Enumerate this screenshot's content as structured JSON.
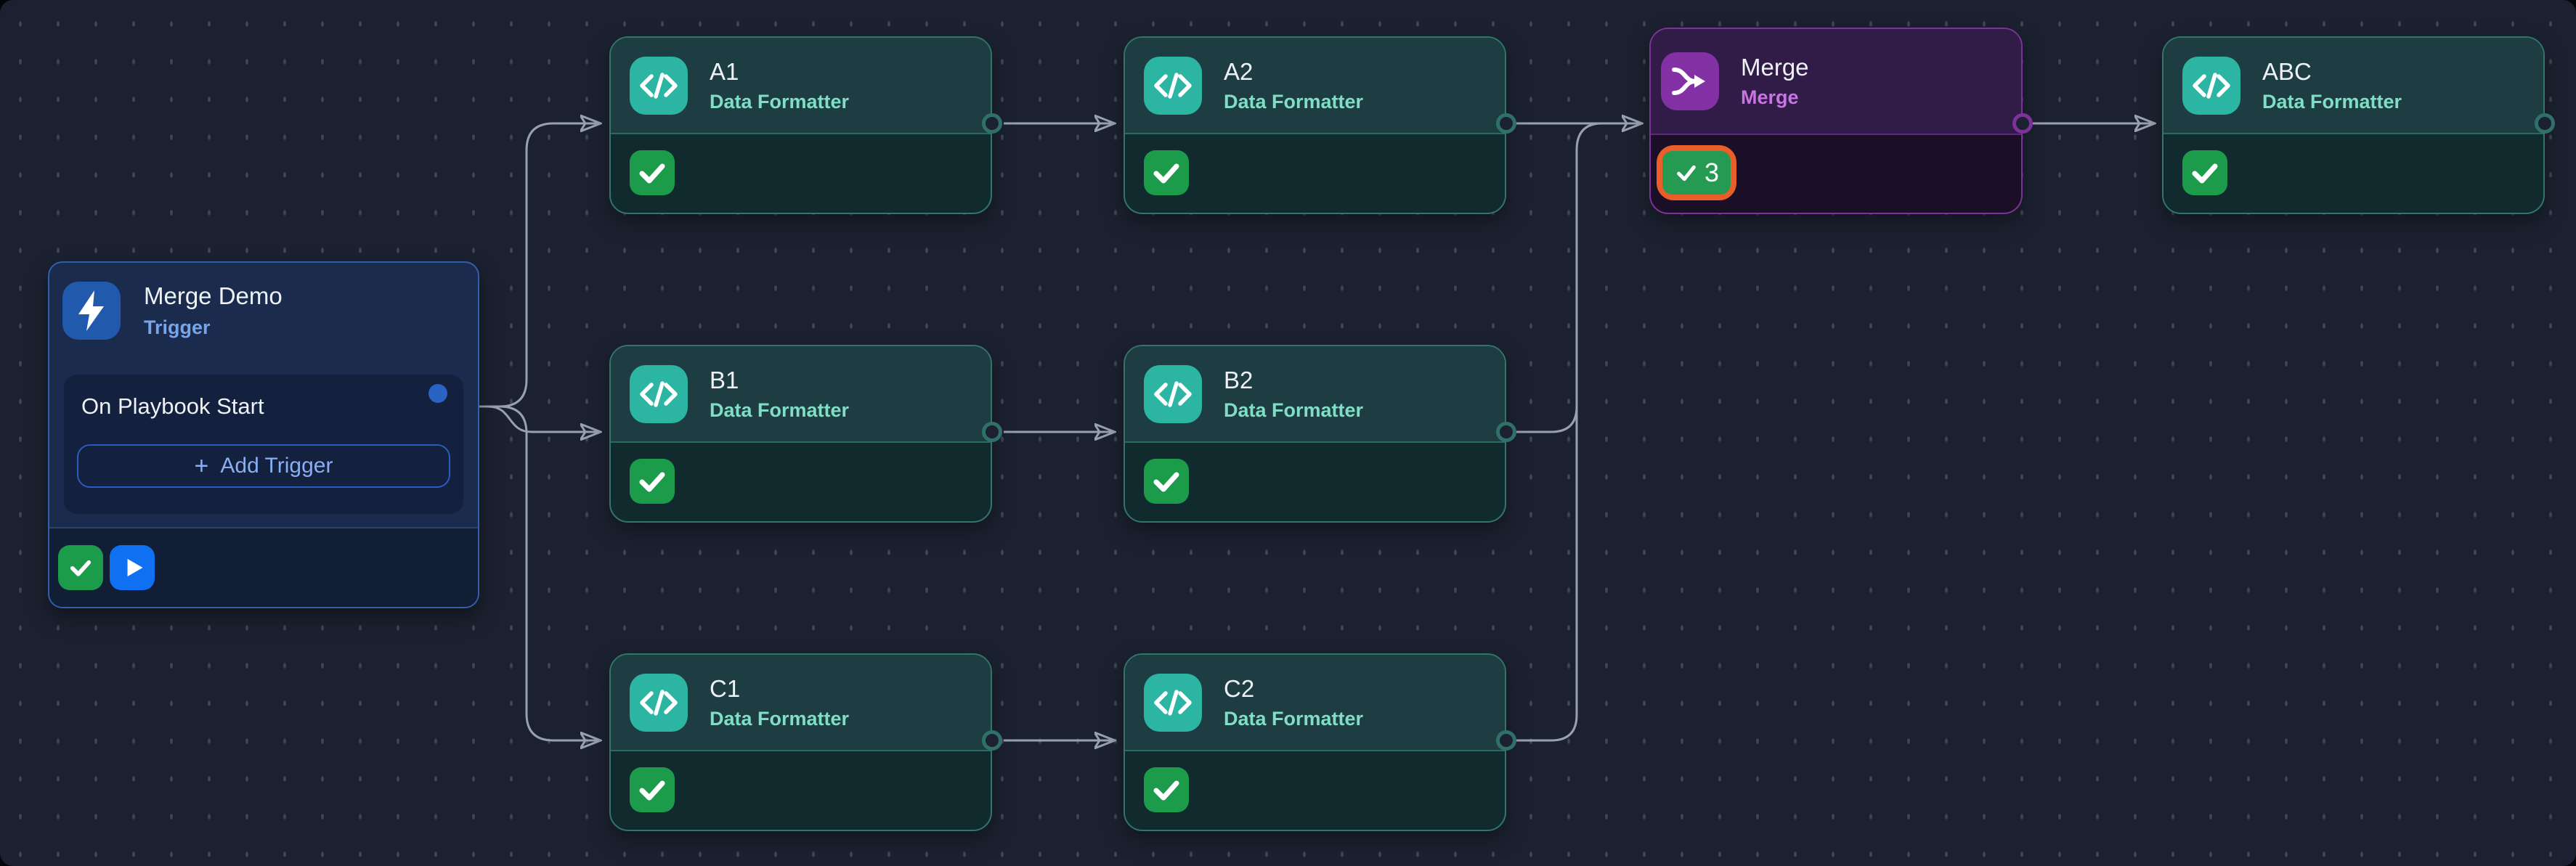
{
  "app": {
    "view": "playbook-canvas"
  },
  "colors": {
    "canvas_bg": "#1b2130",
    "edge": "#98a1b0",
    "teal_accent": "#2cb5a3",
    "purple_accent": "#8230a4",
    "success_green": "#1c9c4b",
    "selection_orange": "#ea5e2a",
    "trigger_blue": "#2159ad"
  },
  "trigger": {
    "title": "Merge Demo",
    "subtitle": "Trigger",
    "event_label": "On Playbook Start",
    "plus": "+",
    "add_label": "Add Trigger"
  },
  "nodes": [
    {
      "id": "a1",
      "title": "A1",
      "subtitle": "Data Formatter",
      "type": "data-formatter",
      "status": "success"
    },
    {
      "id": "a2",
      "title": "A2",
      "subtitle": "Data Formatter",
      "type": "data-formatter",
      "status": "success"
    },
    {
      "id": "merge",
      "title": "Merge",
      "subtitle": "Merge",
      "type": "merge",
      "status": "success",
      "badge_count": "3",
      "selected": true
    },
    {
      "id": "abc",
      "title": "ABC",
      "subtitle": "Data Formatter",
      "type": "data-formatter",
      "status": "success"
    },
    {
      "id": "b1",
      "title": "B1",
      "subtitle": "Data Formatter",
      "type": "data-formatter",
      "status": "success"
    },
    {
      "id": "b2",
      "title": "B2",
      "subtitle": "Data Formatter",
      "type": "data-formatter",
      "status": "success"
    },
    {
      "id": "c1",
      "title": "C1",
      "subtitle": "Data Formatter",
      "type": "data-formatter",
      "status": "success"
    },
    {
      "id": "c2",
      "title": "C2",
      "subtitle": "Data Formatter",
      "type": "data-formatter",
      "status": "success"
    }
  ],
  "edges": [
    {
      "from": "trigger",
      "to": "a1"
    },
    {
      "from": "trigger",
      "to": "b1"
    },
    {
      "from": "trigger",
      "to": "c1"
    },
    {
      "from": "a1",
      "to": "a2"
    },
    {
      "from": "b1",
      "to": "b2"
    },
    {
      "from": "c1",
      "to": "c2"
    },
    {
      "from": "a2",
      "to": "merge"
    },
    {
      "from": "b2",
      "to": "merge"
    },
    {
      "from": "c2",
      "to": "merge"
    },
    {
      "from": "merge",
      "to": "abc"
    }
  ]
}
